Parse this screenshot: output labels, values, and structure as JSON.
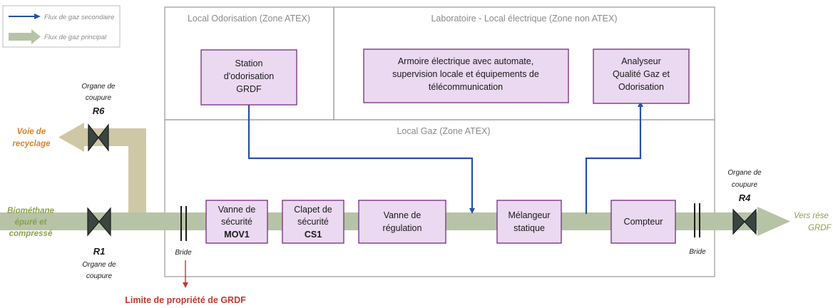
{
  "colors": {
    "primary_flow": "#b7c3a6",
    "recycle_flow": "#cfc8a6",
    "secondary_flow": "#2a4fa0",
    "box_fill": "#ead9f0",
    "box_stroke": "#7a3a86",
    "zone_stroke": "#9a9a9a",
    "recycle_label": "#d9822b",
    "biomethane_label": "#8aa04a",
    "property_limit": "#c0392b"
  },
  "legend": {
    "secondary": "Flux de gaz secondaire",
    "primary": "Flux de gaz principal"
  },
  "zones": {
    "odorisation": "Local Odorisation (Zone ATEX)",
    "laboratoire": "Laboratoire - Local électrique (Zone non ATEX)",
    "gaz": "Local Gaz (Zone ATEX)"
  },
  "boxes": {
    "station": [
      "Station",
      "d'odorisation",
      "GRDF"
    ],
    "armoire": [
      "Armoire électrique avec automate,",
      "supervision locale et équipements de",
      "télécommunication"
    ],
    "analyseur": [
      "Analyseur",
      "Qualité Gaz et",
      "Odorisation"
    ],
    "vanne_securite": [
      "Vanne de",
      "sécurité",
      "MOV1"
    ],
    "clapet": [
      "Clapet de",
      "sécurité",
      "CS1"
    ],
    "vanne_regulation": [
      "Vanne de",
      "régulation"
    ],
    "melangeur": [
      "Mélangeur",
      "statique"
    ],
    "compteur": [
      "Compteur"
    ]
  },
  "valves": {
    "r6": {
      "top": [
        "Organe de",
        "coupure"
      ],
      "name": "R6"
    },
    "r1": {
      "name": "R1",
      "bottom": [
        "Organe de",
        "coupure"
      ]
    },
    "r4": {
      "top": [
        "Organe de",
        "coupure"
      ],
      "name": "R4"
    }
  },
  "labels": {
    "voie": [
      "Voie de",
      "recyclage"
    ],
    "biomethane": [
      "Biométhane",
      "épuré et",
      "compressé"
    ],
    "vers": [
      "Vers rése",
      "GRDF"
    ],
    "bride": "Bride",
    "limite": "Limite de propriété de GRDF"
  }
}
